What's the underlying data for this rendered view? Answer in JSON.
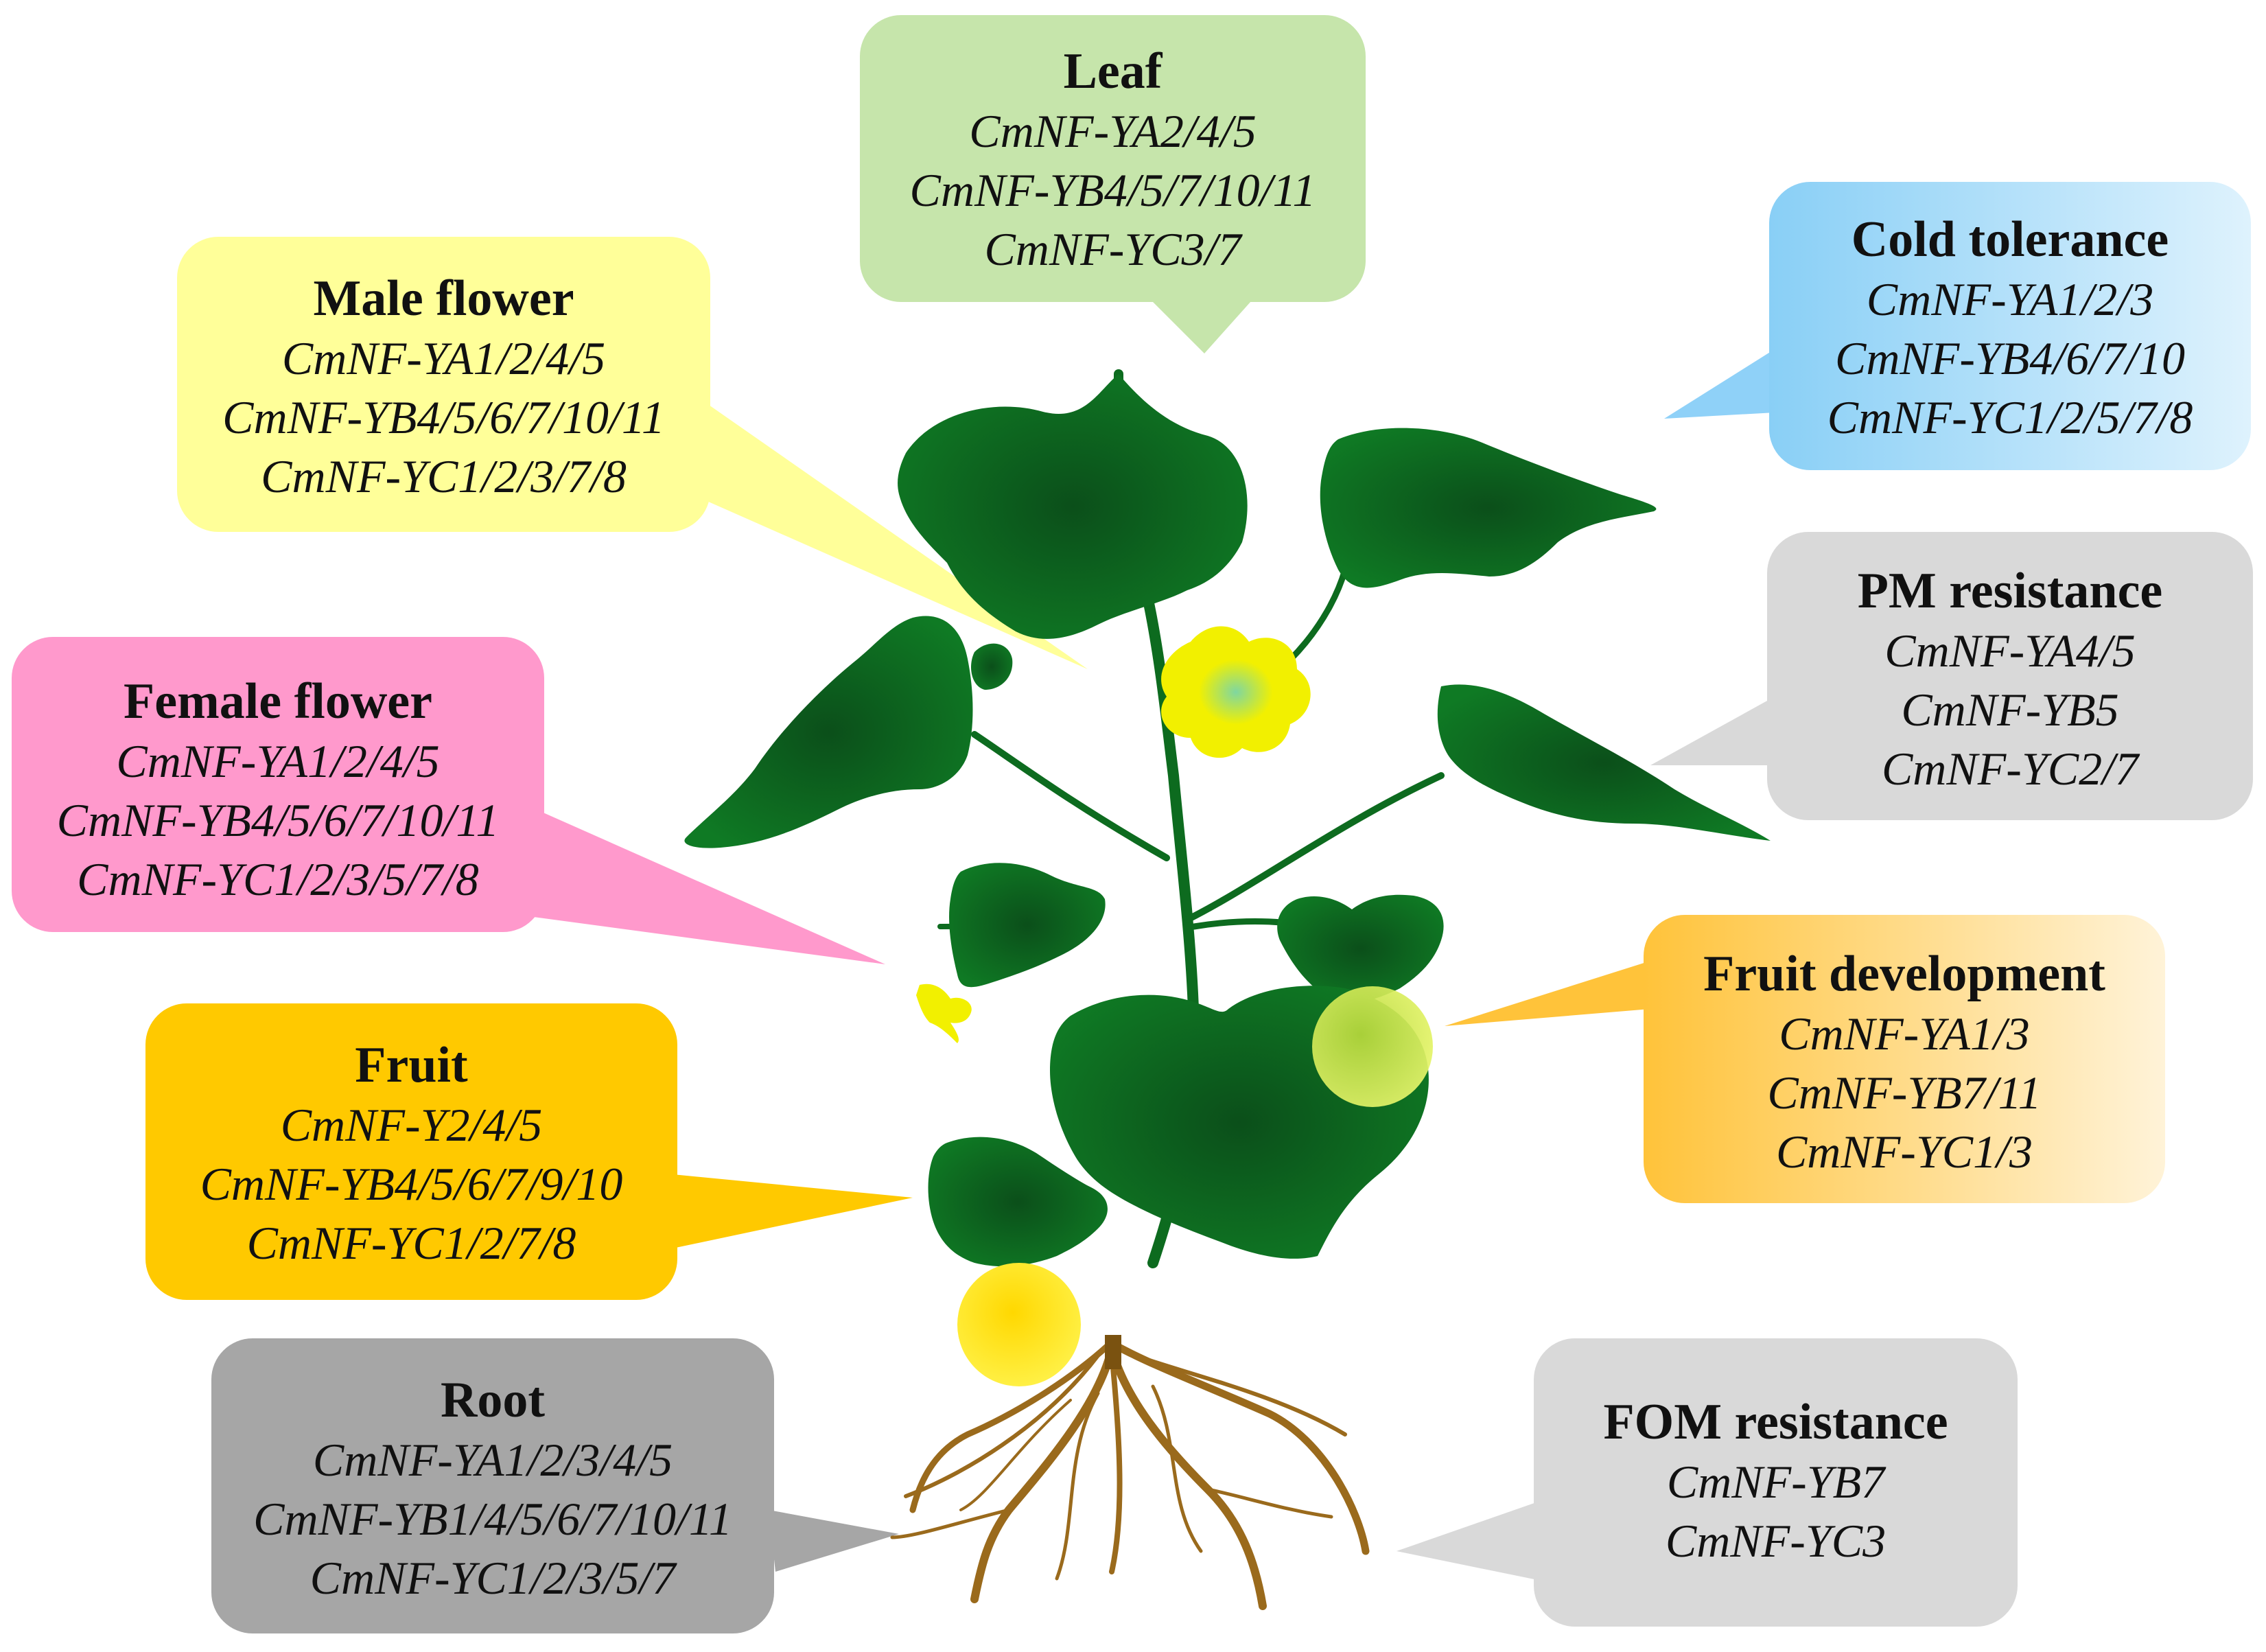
{
  "callouts": {
    "leaf": {
      "title": "Leaf",
      "genes": [
        "CmNF-YA2/4/5",
        "CmNF-YB4/5/7/10/11",
        "CmNF-YC3/7"
      ],
      "color": "#c6e5ab"
    },
    "male_flower": {
      "title": "Male flower",
      "genes": [
        "CmNF-YA1/2/4/5",
        "CmNF-YB4/5/6/7/10/11",
        "CmNF-YC1/2/3/7/8"
      ],
      "color": "#ffff99"
    },
    "female_flower": {
      "title": "Female flower",
      "genes": [
        "CmNF-YA1/2/4/5",
        "CmNF-YB4/5/6/7/10/11",
        "CmNF-YC1/2/3/5/7/8"
      ],
      "color": "#ff99cc"
    },
    "fruit": {
      "title": "Fruit",
      "genes": [
        "CmNF-Y2/4/5",
        "CmNF-YB4/5/6/7/9/10",
        "CmNF-YC1/2/7/8"
      ],
      "color": "#ffc900"
    },
    "root": {
      "title": "Root",
      "genes": [
        "CmNF-YA1/2/3/4/5",
        "CmNF-YB1/4/5/6/7/10/11",
        "CmNF-YC1/2/3/5/7"
      ],
      "color": "#a6a6a6"
    },
    "cold_tolerance": {
      "title": "Cold tolerance",
      "genes": [
        "CmNF-YA1/2/3",
        "CmNF-YB4/6/7/10",
        "CmNF-YC1/2/5/7/8"
      ],
      "color": "#8fd1f8"
    },
    "pm_resistance": {
      "title": "PM resistance",
      "genes": [
        "CmNF-YA4/5",
        "CmNF-YB5",
        "CmNF-YC2/7"
      ],
      "color": "#d9d9d9"
    },
    "fruit_development": {
      "title": "Fruit development",
      "genes": [
        "CmNF-YA1/3",
        "CmNF-YB7/11",
        "CmNF-YC1/3"
      ],
      "color": "#ffc94a"
    },
    "fom_resistance": {
      "title": "FOM resistance",
      "genes": [
        "CmNF-YB7",
        "CmNF-YC3"
      ],
      "color": "#d9d9d9"
    }
  },
  "colors": {
    "leaf_dark": "#0b4f1a",
    "leaf_mid": "#0f7a24",
    "stem": "#0d6b1f",
    "flower": "#f2f000",
    "root": "#9a6a1c",
    "fruit_yellow": "#ffee00",
    "fruit_green": "#d8ee55"
  }
}
